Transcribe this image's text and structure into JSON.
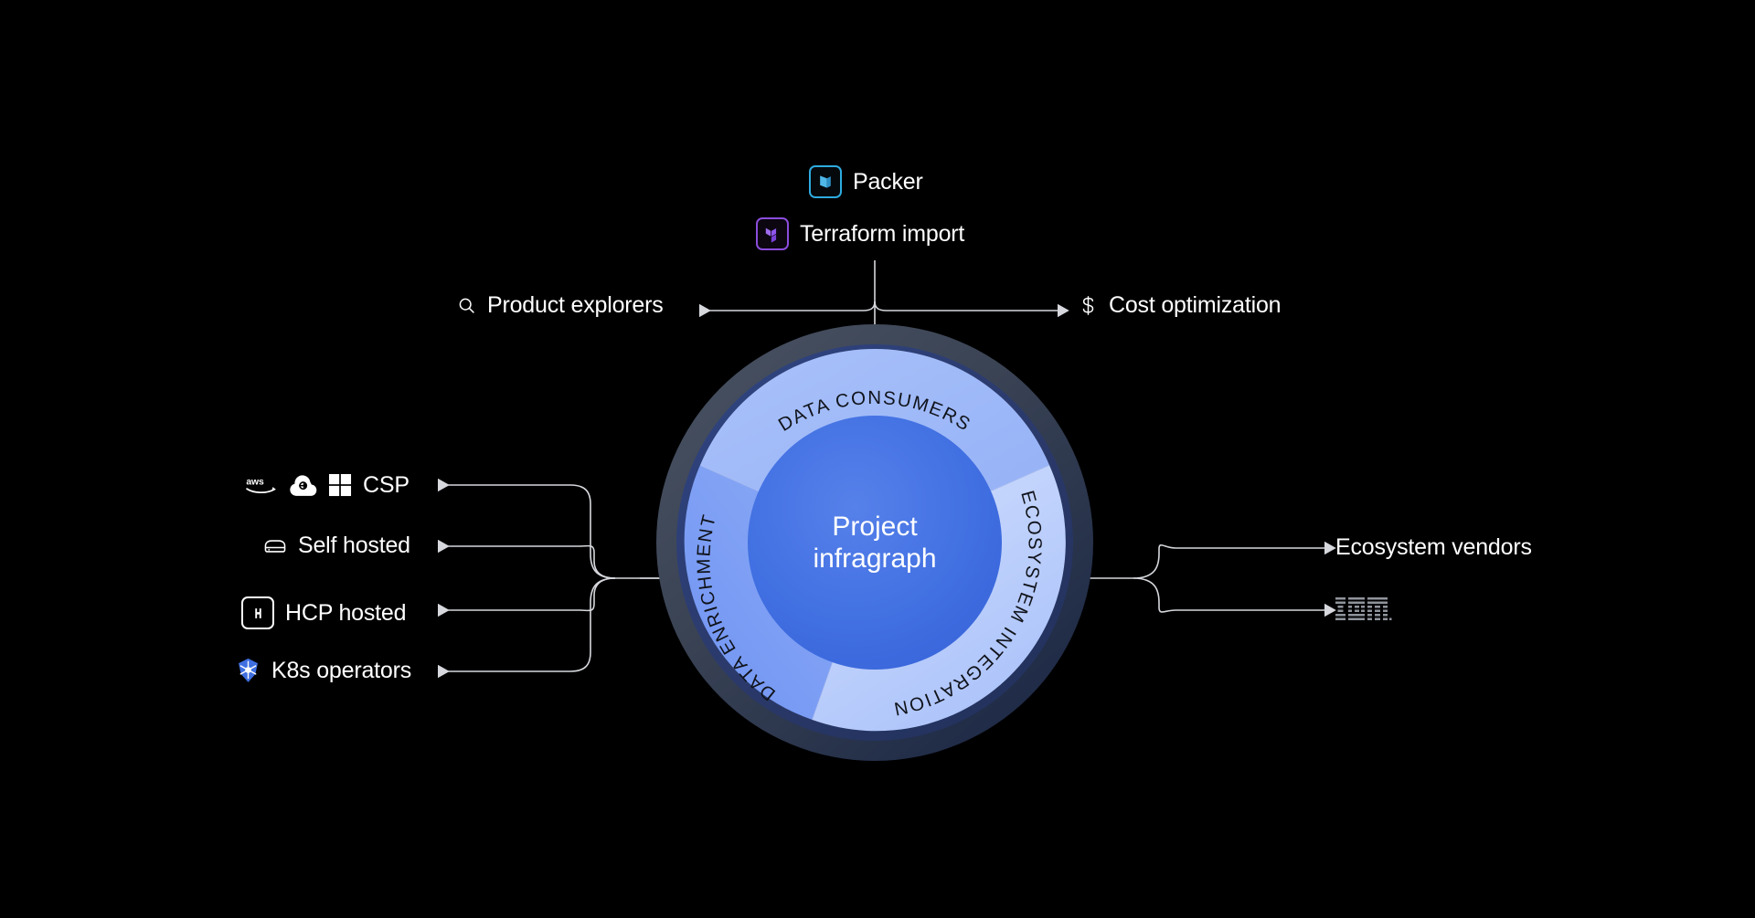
{
  "diagram": {
    "center": {
      "title_line1": "Project",
      "title_line2": "infragraph"
    },
    "rings": [
      {
        "id": "data-consumers",
        "label": "DATA CONSUMERS"
      },
      {
        "id": "ecosystem-integration",
        "label": "ECOSYSTEM INTEGRATION"
      },
      {
        "id": "data-enrichment",
        "label": "DATA ENRICHMENT"
      }
    ],
    "top_nodes": [
      {
        "id": "packer",
        "label": "Packer",
        "icon": "packer-icon"
      },
      {
        "id": "terraform-import",
        "label": "Terraform import",
        "icon": "terraform-icon"
      }
    ],
    "upper_nodes": [
      {
        "id": "product-explorers",
        "label": "Product explorers",
        "icon": "search-icon"
      },
      {
        "id": "cost-optimization",
        "label": "Cost optimization",
        "icon": "dollar-icon"
      }
    ],
    "left_nodes": [
      {
        "id": "csp",
        "label": "CSP",
        "icons": [
          "aws-icon",
          "google-cloud-icon",
          "microsoft-azure-icon"
        ]
      },
      {
        "id": "self-hosted",
        "label": "Self hosted",
        "icons": [
          "server-icon"
        ]
      },
      {
        "id": "hcp-hosted",
        "label": "HCP hosted",
        "icons": [
          "hashicorp-icon"
        ]
      },
      {
        "id": "k8s-operators",
        "label": "K8s operators",
        "icons": [
          "kubernetes-icon"
        ]
      }
    ],
    "right_nodes": [
      {
        "id": "ecosystem-vendors",
        "label": "Ecosystem vendors",
        "icons": []
      },
      {
        "id": "ibm",
        "label": "IBM",
        "icons": [
          "ibm-logo"
        ]
      }
    ],
    "colors": {
      "background": "#000000",
      "core": "#3f6fe0",
      "ring_inner_light": "#9cb6f7",
      "ring_inner_pale": "#c3d3fb",
      "ring_outer_dark": "#3e4757",
      "ring_outer_navy": "#223054",
      "wire": "#d6d8dd",
      "packer_accent": "#2eabe0",
      "terraform_accent": "#8a4ddb",
      "kubernetes_accent": "#3f6fe0",
      "text": "#ffffff",
      "ring_label_text": "#10131a"
    }
  }
}
